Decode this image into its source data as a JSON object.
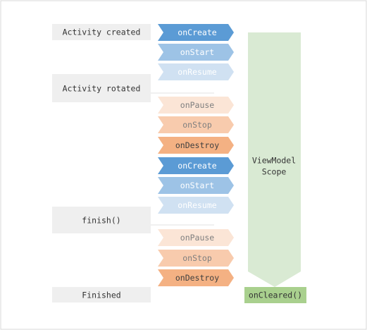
{
  "diagram": {
    "activity_states": [
      {
        "label": "Activity created"
      },
      {
        "label": "Activity rotated"
      },
      {
        "label": "finish()"
      },
      {
        "label": "Finished"
      }
    ],
    "lifecycle_events": [
      {
        "label": "onCreate",
        "fill": "#5b9bd5",
        "text_color": "#ffffff"
      },
      {
        "label": "onStart",
        "fill": "#9dc3e6",
        "text_color": "#ffffff"
      },
      {
        "label": "onResume",
        "fill": "#d0e1f2",
        "text_color": "#ffffff"
      },
      {
        "label": "onPause",
        "fill": "#fbe5d6",
        "text_color": "#7f7f7f"
      },
      {
        "label": "onStop",
        "fill": "#f8cbad",
        "text_color": "#7f7f7f"
      },
      {
        "label": "onDestroy",
        "fill": "#f4b183",
        "text_color": "#404040"
      },
      {
        "label": "onCreate",
        "fill": "#5b9bd5",
        "text_color": "#ffffff"
      },
      {
        "label": "onStart",
        "fill": "#9dc3e6",
        "text_color": "#ffffff"
      },
      {
        "label": "onResume",
        "fill": "#d0e1f2",
        "text_color": "#ffffff"
      },
      {
        "label": "onPause",
        "fill": "#fbe5d6",
        "text_color": "#7f7f7f"
      },
      {
        "label": "onStop",
        "fill": "#f8cbad",
        "text_color": "#7f7f7f"
      },
      {
        "label": "onDestroy",
        "fill": "#f4b183",
        "text_color": "#404040"
      }
    ],
    "viewmodel_scope": {
      "label_line1": "ViewModel",
      "label_line2": "Scope",
      "fill": "#d9ead3"
    },
    "on_cleared": {
      "label": "onCleared()",
      "fill": "#a9d08e"
    },
    "colors": {
      "state_box_fill": "#efefef",
      "state_text": "#333333",
      "divider_line": "#e0e0e0",
      "frame_border": "#d8d8d8"
    }
  }
}
